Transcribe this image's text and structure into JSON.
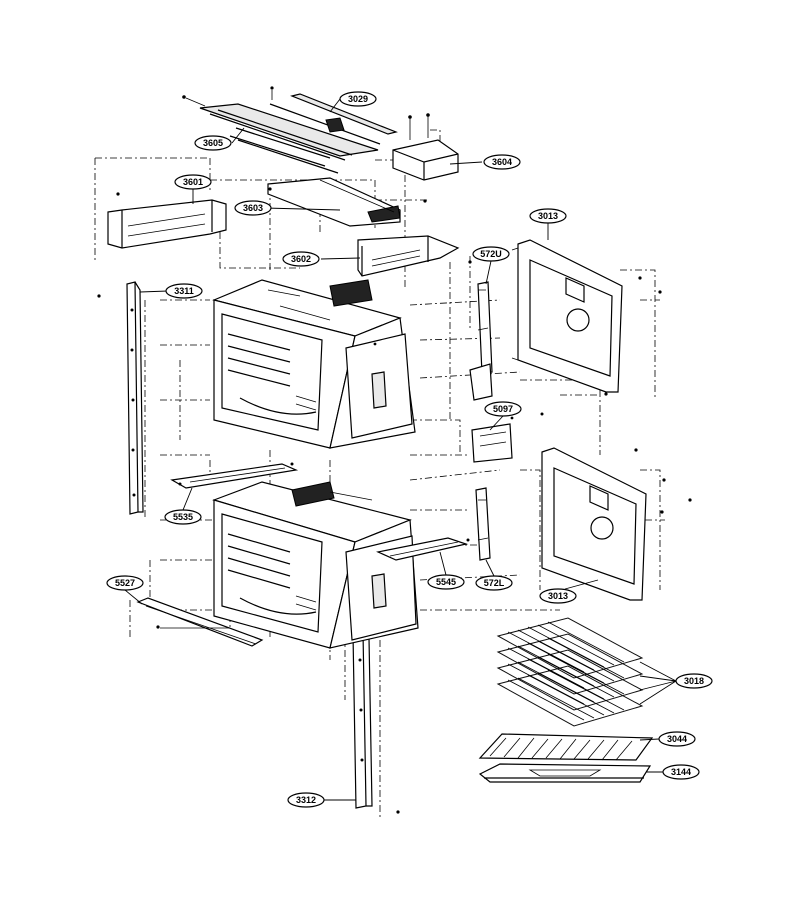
{
  "diagram": {
    "type": "exploded parts diagram",
    "subject": "double wall oven assembly",
    "callouts": [
      {
        "id": "c3029",
        "label": "3029"
      },
      {
        "id": "c3605",
        "label": "3605"
      },
      {
        "id": "c3604",
        "label": "3604"
      },
      {
        "id": "c3601",
        "label": "3601"
      },
      {
        "id": "c3603",
        "label": "3603"
      },
      {
        "id": "c3013a",
        "label": "3013"
      },
      {
        "id": "c3602",
        "label": "3602"
      },
      {
        "id": "c572u",
        "label": "572U"
      },
      {
        "id": "c3311",
        "label": "3311"
      },
      {
        "id": "c5097",
        "label": "5097"
      },
      {
        "id": "c5535",
        "label": "5535"
      },
      {
        "id": "c5527",
        "label": "5527"
      },
      {
        "id": "c5545",
        "label": "5545"
      },
      {
        "id": "c572l",
        "label": "572L"
      },
      {
        "id": "c3013b",
        "label": "3013"
      },
      {
        "id": "c3018",
        "label": "3018"
      },
      {
        "id": "c3044",
        "label": "3044"
      },
      {
        "id": "c3144",
        "label": "3144"
      },
      {
        "id": "c3312",
        "label": "3312"
      }
    ]
  }
}
